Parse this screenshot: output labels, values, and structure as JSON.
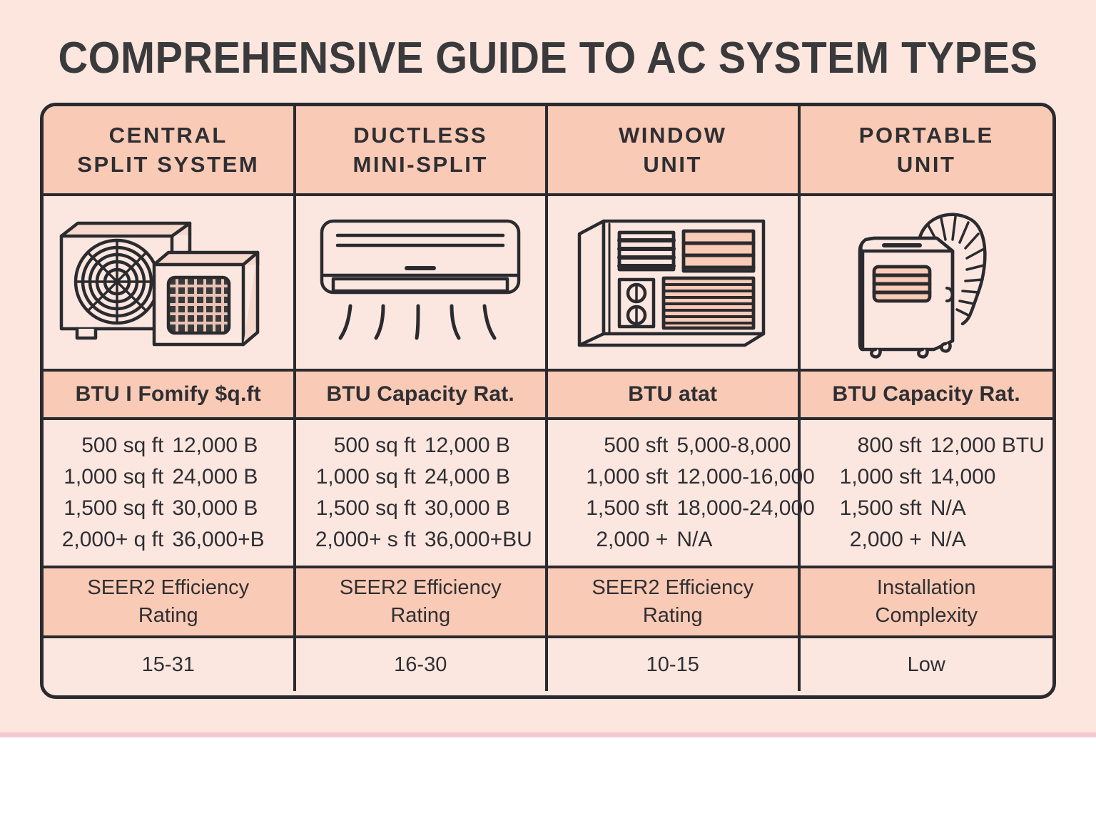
{
  "page": {
    "title": "COMPREHENSIVE GUIDE TO AC SYSTEM TYPES",
    "background_color": "#fce6de",
    "panel_color": "#fbe7e0",
    "header_color": "#f9cab5",
    "line_color": "#2b2b2f",
    "accent_rule_color": "#f3c9d2"
  },
  "table": {
    "columns": [
      {
        "header": "CENTRAL\nSPLIT SYSTEM",
        "icon": "outdoor-condenser-icon",
        "sub_header": "BTU I Fomify $q.ft",
        "rows": [
          {
            "area": "500 sq ft",
            "btu": "12,000 B"
          },
          {
            "area": "1,000 sq ft",
            "btu": "24,000 B"
          },
          {
            "area": "1,500 sq ft",
            "btu": "30,000 B"
          },
          {
            "area": "2,000+ q ft",
            "btu": "36,000+B"
          }
        ],
        "metric_label": "SEER2 Efficiency\nRating",
        "metric_value": "15-31"
      },
      {
        "header": "DUCTLESS\nMINI-SPLIT",
        "icon": "wall-mounted-mini-split-icon",
        "sub_header": "BTU Capacity Rat.",
        "rows": [
          {
            "area": "500 sq ft",
            "btu": "12,000 B"
          },
          {
            "area": "1,000 sq ft",
            "btu": "24,000 B"
          },
          {
            "area": "1,500 sq ft",
            "btu": "30,000 B"
          },
          {
            "area": "2,000+ s ft",
            "btu": "36,000+BU"
          }
        ],
        "metric_label": "SEER2 Efficiency\nRating",
        "metric_value": "16-30"
      },
      {
        "header": "WINDOW\nUNIT",
        "icon": "window-ac-unit-icon",
        "sub_header": "BTU atat",
        "rows": [
          {
            "area": "500 sft",
            "btu": "5,000-8,000"
          },
          {
            "area": "1,000 sft",
            "btu": "12,000-16,000"
          },
          {
            "area": "1,500 sft",
            "btu": "18,000-24,000"
          },
          {
            "area": "2,000 +",
            "btu": "N/A"
          }
        ],
        "metric_label": "SEER2 Efficiency\nRating",
        "metric_value": "10-15"
      },
      {
        "header": "PORTABLE\nUNIT",
        "icon": "portable-ac-unit-icon",
        "sub_header": "BTU Capacity Rat.",
        "rows": [
          {
            "area": "800 sft",
            "btu": "12,000 BTU"
          },
          {
            "area": "1,000 sft",
            "btu": "14,000"
          },
          {
            "area": "1,500 sft",
            "btu": "N/A"
          },
          {
            "area": "2,000 +",
            "btu": "N/A"
          }
        ],
        "metric_label": "Installation\nComplexity",
        "metric_value": "Low"
      }
    ]
  }
}
